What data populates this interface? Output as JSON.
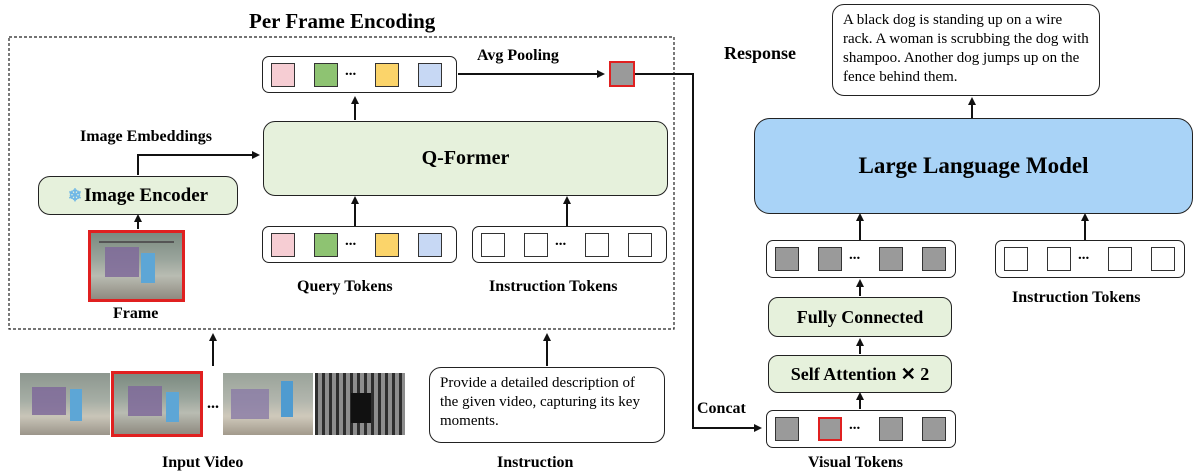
{
  "titles": {
    "per_frame_encoding": "Per Frame Encoding",
    "avg_pooling": "Avg Pooling",
    "image_embeddings": "Image Embeddings",
    "response": "Response",
    "query_tokens": "Query Tokens",
    "instruction_tokens_left": "Instruction Tokens",
    "instruction_tokens_right": "Instruction Tokens",
    "frame": "Frame",
    "input_video": "Input Video",
    "instruction": "Instruction",
    "visual_tokens": "Visual Tokens",
    "concat": "Concat"
  },
  "modules": {
    "image_encoder": "Image Encoder",
    "q_former": "Q-Former",
    "large_language_model": "Large Language Model",
    "fully_connected": "Fully Connected",
    "self_attention": "Self Attention ✕ 2"
  },
  "text_boxes": {
    "response_text": "A black dog is standing up on a wire rack. A woman is scrubbing the dog with shampoo. Another dog jumps up on the fence behind them.",
    "instruction_text": "Provide a detailed description of the given video, capturing its key moments."
  },
  "ellipsis": "...",
  "icons": {
    "frozen": "snowflake-icon"
  },
  "colors": {
    "pink": "#f6cdd3",
    "green": "#8ec372",
    "yellow": "#fbd46a",
    "blue": "#c7d8f4",
    "gray": "#9a9a9a",
    "module_green": "#e6f1dc",
    "llm_blue": "#a9d3f7",
    "highlight_red": "#e02020"
  }
}
